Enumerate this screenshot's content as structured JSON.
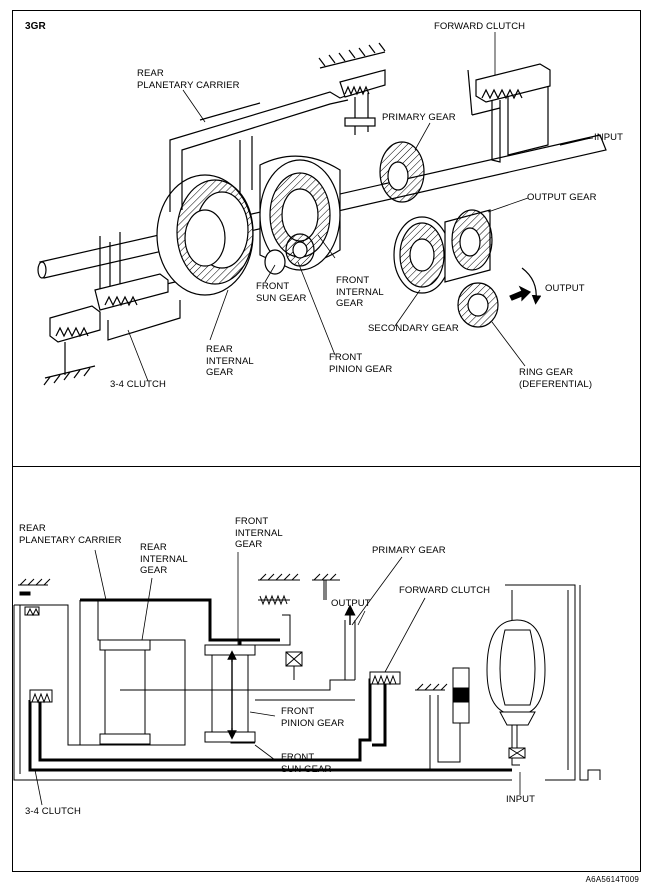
{
  "page_title": "3GR",
  "figure_code": "A6A5614T009",
  "top_labels": {
    "forward_clutch": "FORWARD CLUTCH",
    "rear_planetary_carrier": "REAR\nPLANETARY CARRIER",
    "primary_gear": "PRIMARY GEAR",
    "input": "INPUT",
    "output_gear": "OUTPUT GEAR",
    "front_internal_gear": "FRONT\nINTERNAL\nGEAR",
    "output": "OUTPUT",
    "front_sun_gear": "FRONT\nSUN GEAR",
    "secondary_gear": "SECONDARY GEAR",
    "rear_internal_gear": "REAR\nINTERNAL\nGEAR",
    "front_pinion_gear": "FRONT\nPINION GEAR",
    "ring_gear": "RING GEAR\n(DEFERENTIAL)",
    "clutch_34": "3-4 CLUTCH"
  },
  "bottom_labels": {
    "rear_planetary_carrier": "REAR\nPLANETARY CARRIER",
    "rear_internal_gear": "REAR\nINTERNAL\nGEAR",
    "front_internal_gear": "FRONT\nINTERNAL\nGEAR",
    "primary_gear": "PRIMARY GEAR",
    "output": "OUTPUT",
    "forward_clutch": "FORWARD CLUTCH",
    "front_pinion_gear": "FRONT\nPINION GEAR",
    "front_sun_gear": "FRONT\nSUN GEAR",
    "input": "INPUT",
    "clutch_34": "3-4 CLUTCH"
  }
}
